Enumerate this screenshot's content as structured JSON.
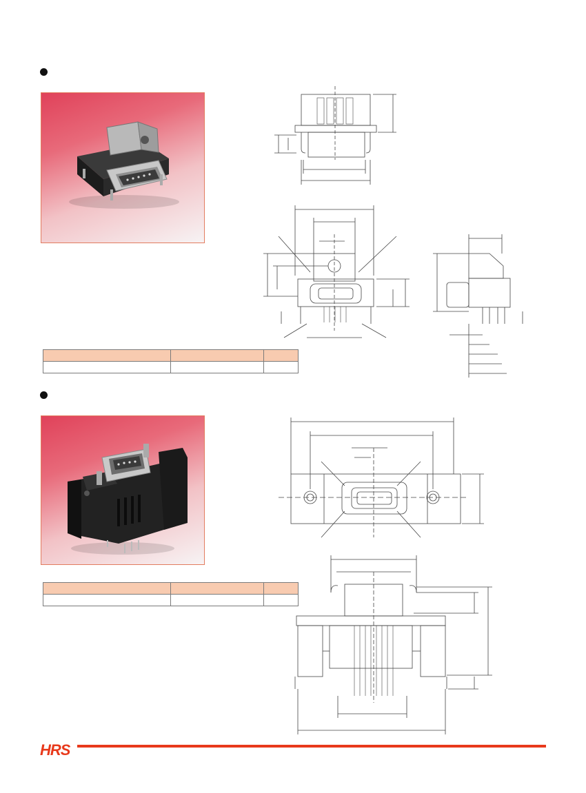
{
  "brand": {
    "logo_text": "HRS",
    "accent_color": "#e8391b"
  },
  "section1": {
    "photo_label": "connector-photo-right-angle",
    "table": {
      "header": [
        "",
        "",
        ""
      ],
      "row": [
        "",
        "",
        ""
      ]
    }
  },
  "section2": {
    "photo_label": "connector-photo-board-mount",
    "table": {
      "header": [
        "",
        "",
        ""
      ],
      "row": [
        "",
        "",
        ""
      ]
    }
  }
}
